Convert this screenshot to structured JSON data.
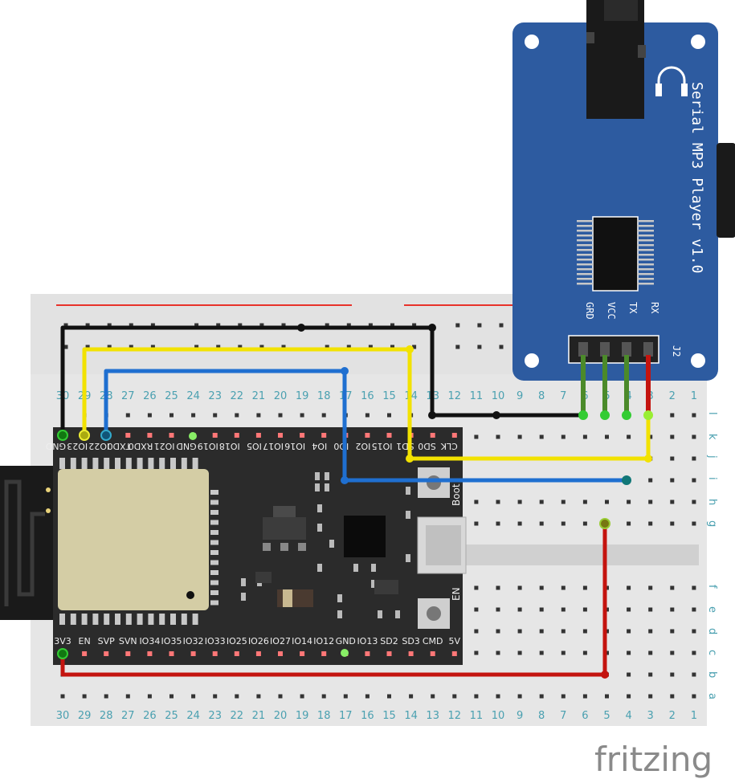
{
  "breadboard": {
    "top_numbers": [
      "30",
      "29",
      "28",
      "27",
      "26",
      "25",
      "24",
      "23",
      "22",
      "21",
      "20",
      "19",
      "18",
      "17",
      "16",
      "15",
      "14",
      "13",
      "12",
      "11",
      "10",
      "9",
      "8",
      "7",
      "6",
      "5",
      "4",
      "3",
      "2",
      "1"
    ],
    "bottom_numbers": [
      "30",
      "29",
      "28",
      "27",
      "26",
      "25",
      "24",
      "23",
      "22",
      "21",
      "20",
      "19",
      "18",
      "17",
      "16",
      "15",
      "14",
      "13",
      "12",
      "11",
      "10",
      "9",
      "8",
      "7",
      "6",
      "5",
      "4",
      "3",
      "2",
      "1"
    ],
    "top_row_letters": [
      "l",
      "k",
      "j",
      "i",
      "h",
      "g"
    ],
    "bottom_row_letters": [
      "f",
      "e",
      "d",
      "c",
      "b",
      "a"
    ]
  },
  "esp32": {
    "top_pins": [
      "GND",
      "IO23",
      "IO22",
      "TXD0",
      "RXD0",
      "IO21",
      "GND",
      "IO19",
      "IO18",
      "IO5",
      "IO17",
      "IO16",
      "IO4",
      "IO0",
      "IO2",
      "IO15",
      "SD1",
      "SD0",
      "CLK"
    ],
    "bottom_pins": [
      "3V3",
      "EN",
      "SVP",
      "SVN",
      "IO34",
      "IO35",
      "IO32",
      "IO33",
      "IO25",
      "IO26",
      "IO27",
      "IO14",
      "IO12",
      "GND",
      "IO13",
      "SD2",
      "SD3",
      "CMD",
      "5V"
    ],
    "boot_label": "Boot",
    "en_label": "EN"
  },
  "mp3_module": {
    "title": "Serial MP3 Player v1.0",
    "pins": [
      "GRD",
      "VCC",
      "TX",
      "RX"
    ],
    "header_label": "J2"
  },
  "watermark": "fritzing",
  "colors": {
    "board_blue": "#2d5ba0",
    "esp_body": "#2a2a2a",
    "wire_black": "#111111",
    "wire_yellow": "#f2e200",
    "wire_blue": "#1f6fd0",
    "wire_red": "#c4140f",
    "wire_green": "#4b8a2a",
    "rail_red": "#e8322a",
    "breadboard": "#e8e8e8"
  }
}
